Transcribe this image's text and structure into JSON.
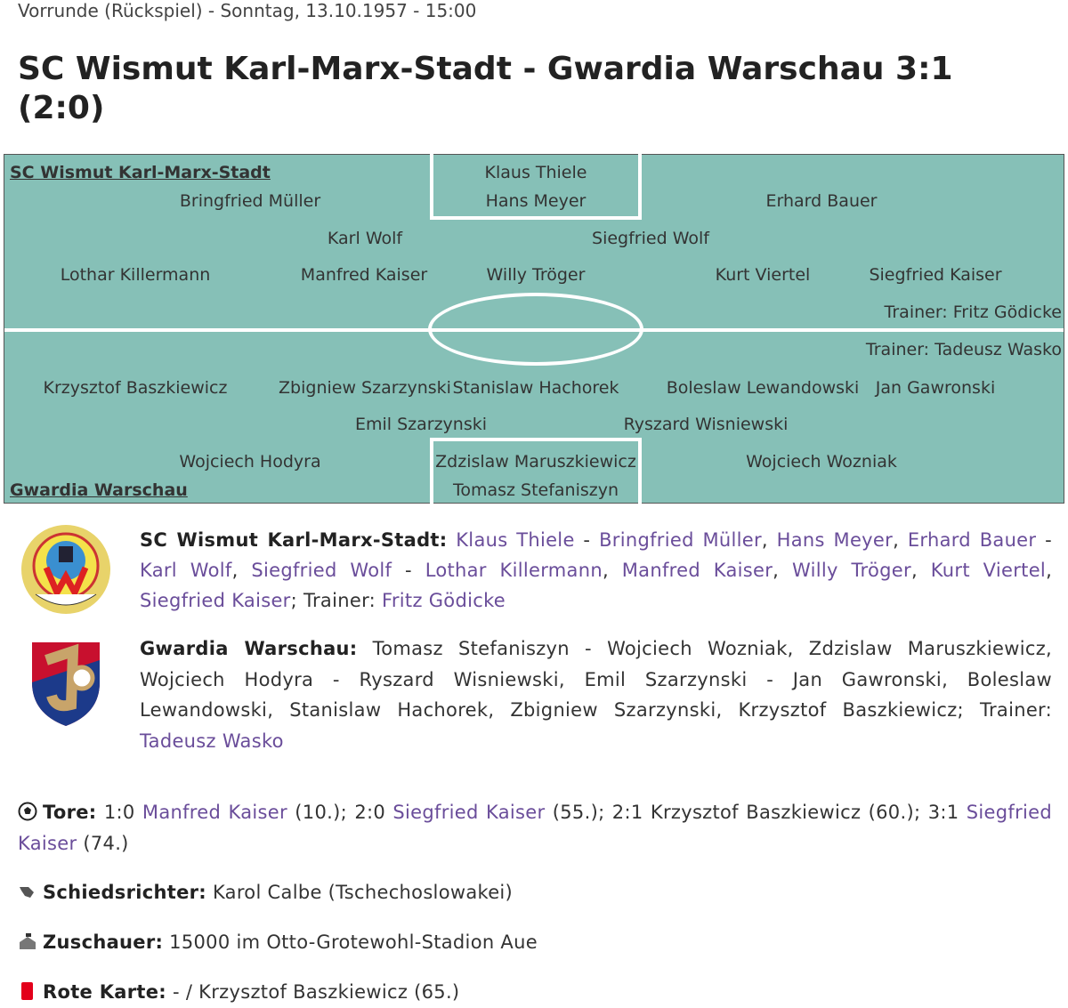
{
  "header": {
    "subtitle": "Vorrunde (Rückspiel) - Sonntag, 13.10.1957 - 15:00",
    "title": "SC Wismut Karl-Marx-Stadt - Gwardia Warschau 3:1 (2:0)"
  },
  "field": {
    "home_team": "SC Wismut Karl-Marx-Stadt",
    "away_team": "Gwardia Warschau",
    "home": [
      "Klaus Thiele",
      "Hans Meyer",
      "Bringfried Müller",
      "Erhard Bauer",
      "Karl Wolf",
      "Siegfried Wolf",
      "Lothar Killermann",
      "Manfred Kaiser",
      "Willy Tröger",
      "Kurt Viertel",
      "Siegfried Kaiser"
    ],
    "home_trainer": "Trainer: Fritz Gödicke",
    "away_trainer": "Trainer: Tadeusz Wasko",
    "away": [
      "Krzysztof Baszkiewicz",
      "Zbigniew Szarzynski",
      "Stanislaw Hachorek",
      "Boleslaw Lewandowski",
      "Jan Gawronski",
      "Emil Szarzynski",
      "Ryszard Wisniewski",
      "Wojciech Hodyra",
      "Zdzislaw Maruszkiewicz",
      "Wojciech Wozniak",
      "Tomasz Stefaniszyn"
    ]
  },
  "lineups": {
    "home": [
      {
        "t": "SC Wismut Karl-Marx-Stadt:",
        "k": "b"
      },
      {
        "t": " "
      },
      {
        "t": "Klaus Thiele",
        "k": "a"
      },
      {
        "t": " - "
      },
      {
        "t": "Bringfried Müller",
        "k": "a"
      },
      {
        "t": ", "
      },
      {
        "t": "Hans Meyer",
        "k": "a"
      },
      {
        "t": ", "
      },
      {
        "t": "Erhard Bauer",
        "k": "a"
      },
      {
        "t": " - "
      },
      {
        "t": "Karl Wolf",
        "k": "a"
      },
      {
        "t": ", "
      },
      {
        "t": "Siegfried Wolf",
        "k": "a"
      },
      {
        "t": " - "
      },
      {
        "t": "Lothar Killermann",
        "k": "a"
      },
      {
        "t": ", "
      },
      {
        "t": "Manfred Kaiser",
        "k": "a"
      },
      {
        "t": ", "
      },
      {
        "t": "Willy Tröger",
        "k": "a"
      },
      {
        "t": ", "
      },
      {
        "t": "Kurt Viertel",
        "k": "a"
      },
      {
        "t": ", "
      },
      {
        "t": "Siegfried Kaiser",
        "k": "a"
      },
      {
        "t": "; Trainer: "
      },
      {
        "t": "Fritz Gödicke",
        "k": "a"
      }
    ],
    "away": [
      {
        "t": "Gwardia Warschau:",
        "k": "b"
      },
      {
        "t": " Tomasz Stefaniszyn - Wojciech Wozniak, Zdzislaw Maruszkiewicz, Wojciech Hodyra - Ryszard Wisniewski, Emil Szarzynski - Jan Gawronski, Boleslaw Lewandowski, Stanislaw Hachorek, Zbigniew Szarzynski, Krzysztof Baszkiewicz; Trainer: "
      },
      {
        "t": "Tadeusz Wasko",
        "k": "a"
      }
    ]
  },
  "info": {
    "goals": [
      {
        "t": "Tore:",
        "k": "b"
      },
      {
        "t": " 1:0 "
      },
      {
        "t": "Manfred Kaiser",
        "k": "a"
      },
      {
        "t": " (10.); 2:0 "
      },
      {
        "t": "Siegfried Kaiser",
        "k": "a"
      },
      {
        "t": " (55.); 2:1 Krzysztof Baszkiewicz (60.); 3:1 "
      },
      {
        "t": "Siegfried Kaiser",
        "k": "a"
      },
      {
        "t": " (74.)"
      }
    ],
    "referee": [
      {
        "t": "Schiedsrichter:",
        "k": "b"
      },
      {
        "t": " Karol Calbe (Tschechoslowakei)"
      }
    ],
    "spectators": [
      {
        "t": "Zuschauer:",
        "k": "b"
      },
      {
        "t": " 15000 im Otto-Grotewohl-Stadion Aue"
      }
    ],
    "red_card": [
      {
        "t": "Rote Karte:",
        "k": "b"
      },
      {
        "t": " - / Krzysztof Baszkiewicz (65.)"
      }
    ]
  },
  "logos": {
    "home": "SC WISMUT"
  },
  "colors": {
    "field": "#86c0b7",
    "link": "#6a4d9a",
    "red_card": "#e3001b"
  }
}
